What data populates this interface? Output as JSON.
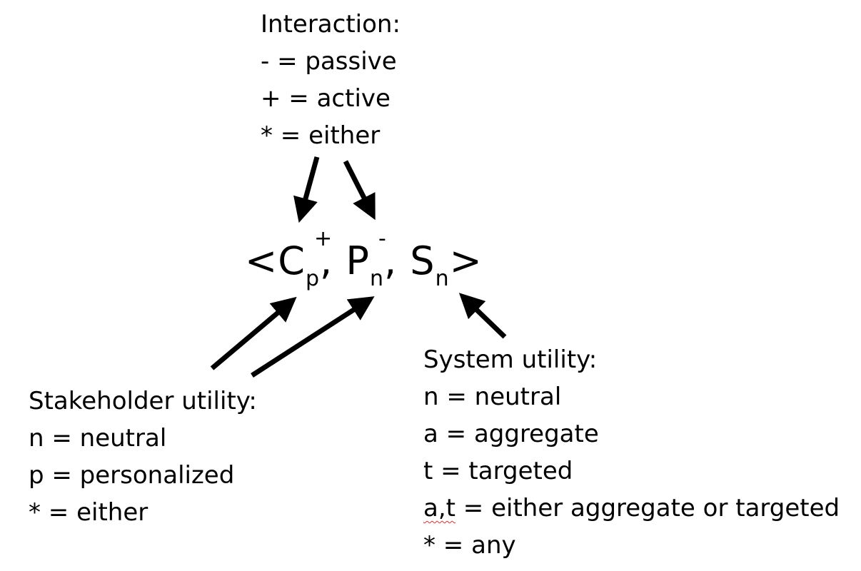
{
  "interaction": {
    "title": "Interaction:",
    "items": [
      "- = passive",
      "+ = active",
      "* = either"
    ]
  },
  "notation": {
    "open": "<",
    "close": ">",
    "separator": ",",
    "terms": [
      {
        "symbol": "C",
        "superscript": "+",
        "subscript": "p"
      },
      {
        "symbol": "P",
        "superscript": "-",
        "subscript": "n"
      },
      {
        "symbol": "S",
        "superscript": "",
        "subscript": "n"
      }
    ]
  },
  "stakeholder_utility": {
    "title": "Stakeholder utility:",
    "items": [
      "n = neutral",
      "p = personalized",
      "* = either"
    ]
  },
  "system_utility": {
    "title": "System utility:",
    "items": [
      "n = neutral",
      "a = aggregate",
      "t = targeted",
      {
        "prefix": "a,t",
        "rest": " = either aggregate or targeted"
      },
      "* = any"
    ]
  },
  "colors": {
    "text": "#000000",
    "arrow": "#000000",
    "spellcheck_squiggle": "#e03030",
    "background": "#ffffff"
  }
}
